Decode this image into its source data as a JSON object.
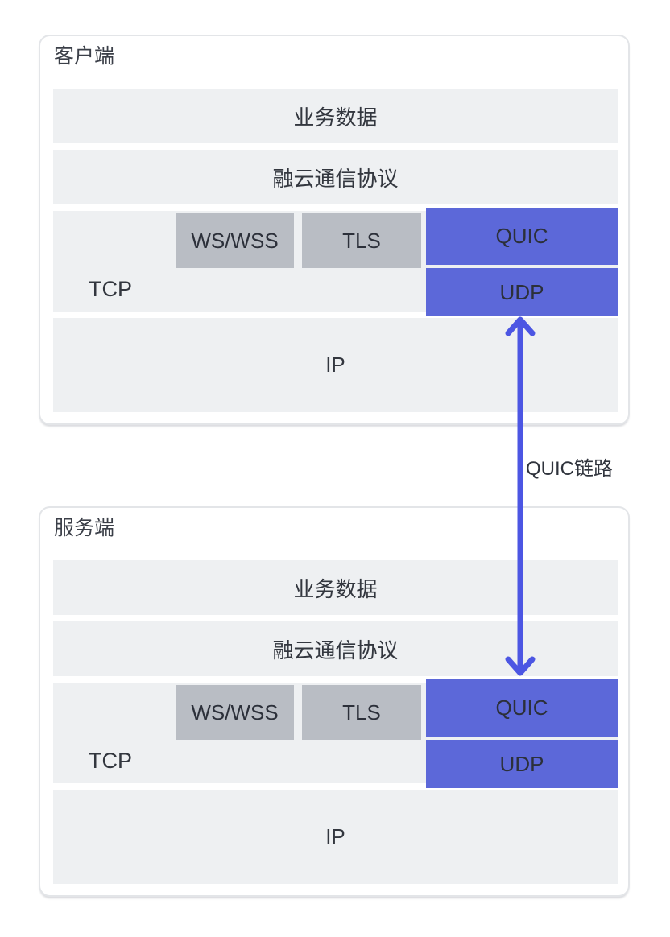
{
  "diagram": {
    "stacks": [
      {
        "id": "client",
        "title": "客户端",
        "layers": {
          "business": "业务数据",
          "protocol": "融云通信协议",
          "tcp": "TCP",
          "ws": "WS/WSS",
          "tls": "TLS",
          "quic": "QUIC",
          "udp": "UDP",
          "ip": "IP"
        }
      },
      {
        "id": "server",
        "title": "服务端",
        "layers": {
          "business": "业务数据",
          "protocol": "融云通信协议",
          "tcp": "TCP",
          "ws": "WS/WSS",
          "tls": "TLS",
          "quic": "QUIC",
          "udp": "UDP",
          "ip": "IP"
        }
      }
    ],
    "link": {
      "label": "QUIC链路"
    },
    "colors": {
      "layer_bg": "#eef0f2",
      "sub_bg": "#b9bdc4",
      "quic_bg": "#5c68d9",
      "arrow": "#4c56e3",
      "text": "#33373f",
      "box_border": "#e3e5e8"
    }
  }
}
